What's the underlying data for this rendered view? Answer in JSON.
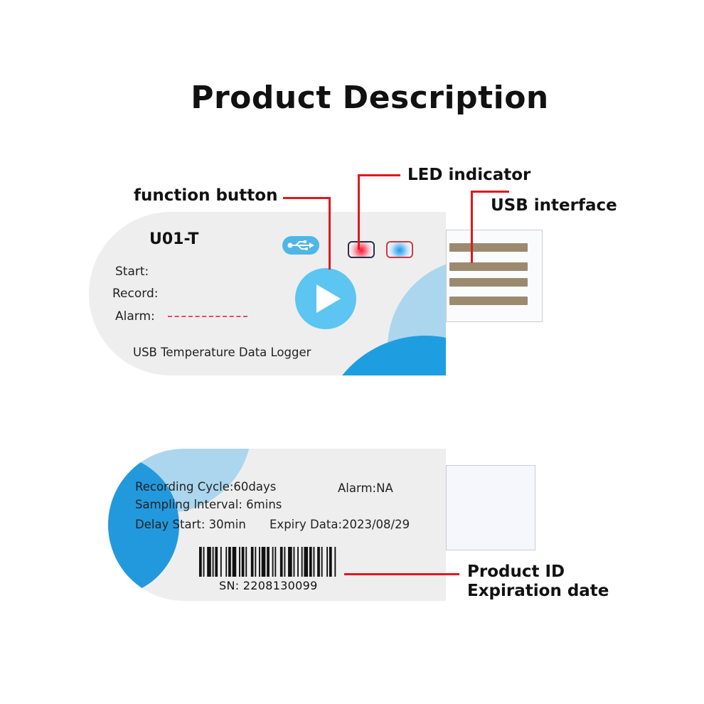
{
  "title": "Product Description",
  "callouts": {
    "function_button": "function button",
    "led_indicator": "LED indicator",
    "usb_interface": "USB interface",
    "product_id": "Product ID",
    "expiration_date": "Expiration date"
  },
  "front_label": {
    "model": "U01-T",
    "start": "Start:",
    "record": "Record:",
    "alarm": "Alarm:",
    "description": "USB Temperature Data Logger"
  },
  "back_label": {
    "recording_cycle": "Recording Cycle:60days",
    "alarm": "Alarm:NA",
    "sampling_interval": "Sampling lnterval: 6mins",
    "delay_start": "Delay Start: 30min",
    "expiry": "Expiry Data:2023/08/29",
    "serial": "SN: 2208130099"
  },
  "icons": {
    "usb": "usb-icon",
    "play": "play-icon",
    "led_red": "led-red-icon",
    "led_blue": "led-blue-icon",
    "barcode": "barcode-icon"
  },
  "colors": {
    "callout_line": "#e0181f",
    "accent_dark_blue": "#1e9ee1",
    "accent_light_blue": "#abd6ee",
    "button_blue": "#5cc5f1",
    "led_red": "#ff1733",
    "led_blue": "#1f9bef"
  }
}
